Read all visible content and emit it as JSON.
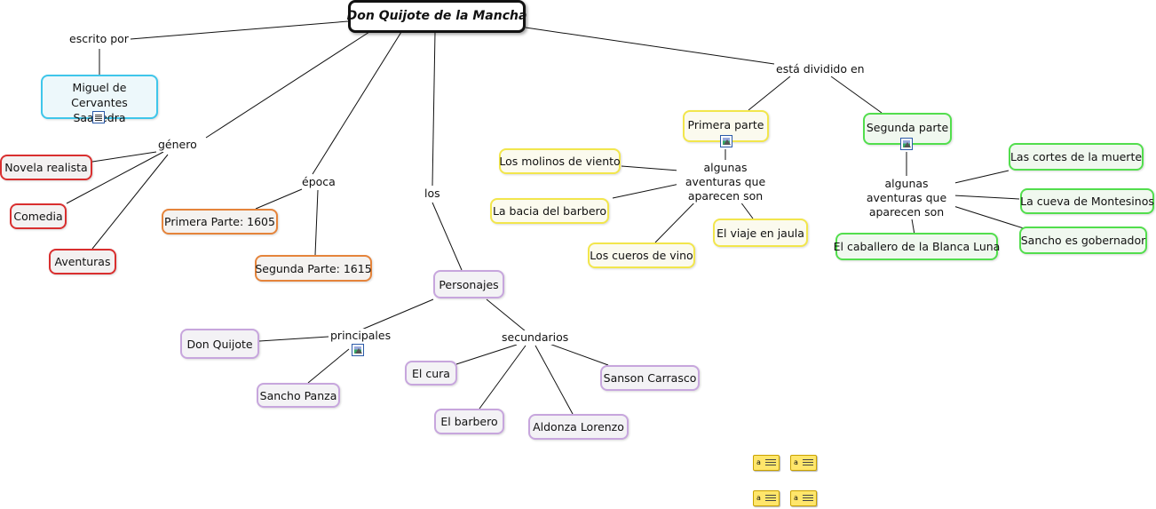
{
  "root": {
    "title": "Don Quijote de la Mancha"
  },
  "links": {
    "escrito_por": "escrito por",
    "genero": "género",
    "epoca": "época",
    "los": "los",
    "dividido": "está dividido en",
    "aventuras_1": "algunas aventuras que aparecen son",
    "aventuras_2": "algunas aventuras que aparecen son",
    "principales": "principales",
    "secundarios": "secundarios"
  },
  "author": {
    "name": "Miguel de Cervantes Saavedra"
  },
  "genres": [
    "Novela realista",
    "Comedia",
    "Aventuras"
  ],
  "epochs": [
    "Primera Parte: 1605",
    "Segunda Parte: 1615"
  ],
  "characters": {
    "title": "Personajes",
    "principal": [
      "Don Quijote",
      "Sancho Panza"
    ],
    "secondary": [
      "El cura",
      "El barbero",
      "Aldonza Lorenzo",
      "Sanson Carrasco"
    ]
  },
  "part1": {
    "title": "Primera parte",
    "adventures": [
      "Los molinos de viento",
      "La bacia del barbero",
      "Los cueros de vino",
      "El viaje en jaula"
    ]
  },
  "part2": {
    "title": "Segunda parte",
    "adventures": [
      "Las cortes de la muerte",
      "La cueva de Montesinos",
      "Sancho es gobernador",
      "El caballero de la Blanca Luna"
    ]
  },
  "notes": {
    "glyph": "a"
  },
  "colors": {
    "root_border": "#111111",
    "author": "#3fc6ea",
    "genre": "#d92f2f",
    "epoch": "#e5843b",
    "characters": "#c7a6dd",
    "part1": "#f2e64c",
    "part2": "#52de4d"
  }
}
